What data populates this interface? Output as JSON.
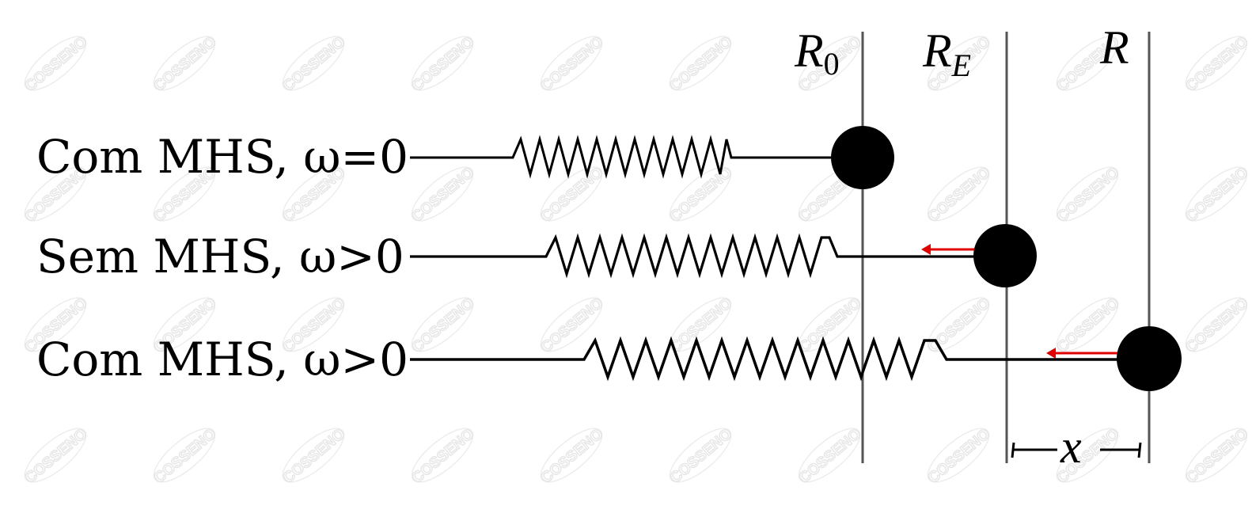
{
  "watermark": {
    "text": "COSSENO",
    "color": "#e4e4e4"
  },
  "markers": [
    {
      "id": "r0",
      "label": "R",
      "sub": "0"
    },
    {
      "id": "re",
      "label": "R",
      "sub": "E"
    },
    {
      "id": "r",
      "label": "R",
      "sub": ""
    }
  ],
  "rows": [
    {
      "id": "row1",
      "label": "Com MHS, ω=0",
      "mass_at": "r0",
      "force_arrow": false
    },
    {
      "id": "row2",
      "label": "Sem MHS, ω>0",
      "mass_at": "re",
      "force_arrow": true
    },
    {
      "id": "row3",
      "label": "Com MHS, ω>0",
      "mass_at": "r",
      "force_arrow": true
    }
  ],
  "displacement": {
    "label": "x",
    "from": "re",
    "to": "r"
  },
  "colors": {
    "line": "#000000",
    "guide": "#555555",
    "arrow": "#e00000"
  }
}
